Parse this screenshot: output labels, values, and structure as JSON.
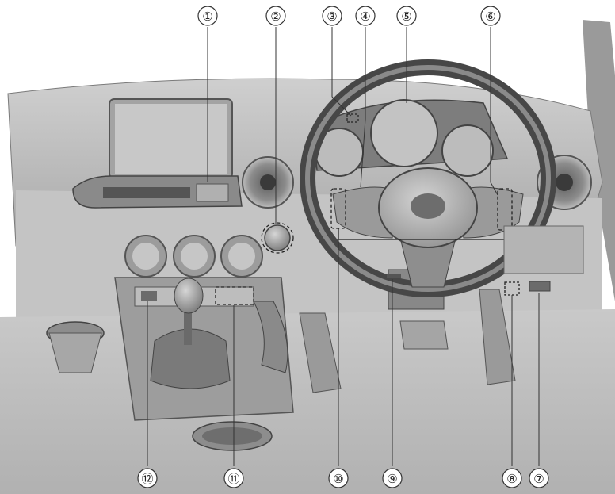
{
  "callouts": [
    {
      "id": 1,
      "label": "①"
    },
    {
      "id": 2,
      "label": "②"
    },
    {
      "id": 3,
      "label": "③"
    },
    {
      "id": 4,
      "label": "④"
    },
    {
      "id": 5,
      "label": "⑤"
    },
    {
      "id": 6,
      "label": "⑥"
    },
    {
      "id": 7,
      "label": "⑦"
    },
    {
      "id": 8,
      "label": "⑧"
    },
    {
      "id": 9,
      "label": "⑨"
    },
    {
      "id": 10,
      "label": "⑩"
    },
    {
      "id": 11,
      "label": "⑪"
    },
    {
      "id": 12,
      "label": "⑫"
    }
  ],
  "colors": {
    "background": "#ffffff",
    "dash_dark": "#8a8a8a",
    "dash_mid": "#b9b9b9",
    "dash_light": "#dcdcdc",
    "line": "#3a3a3a"
  }
}
